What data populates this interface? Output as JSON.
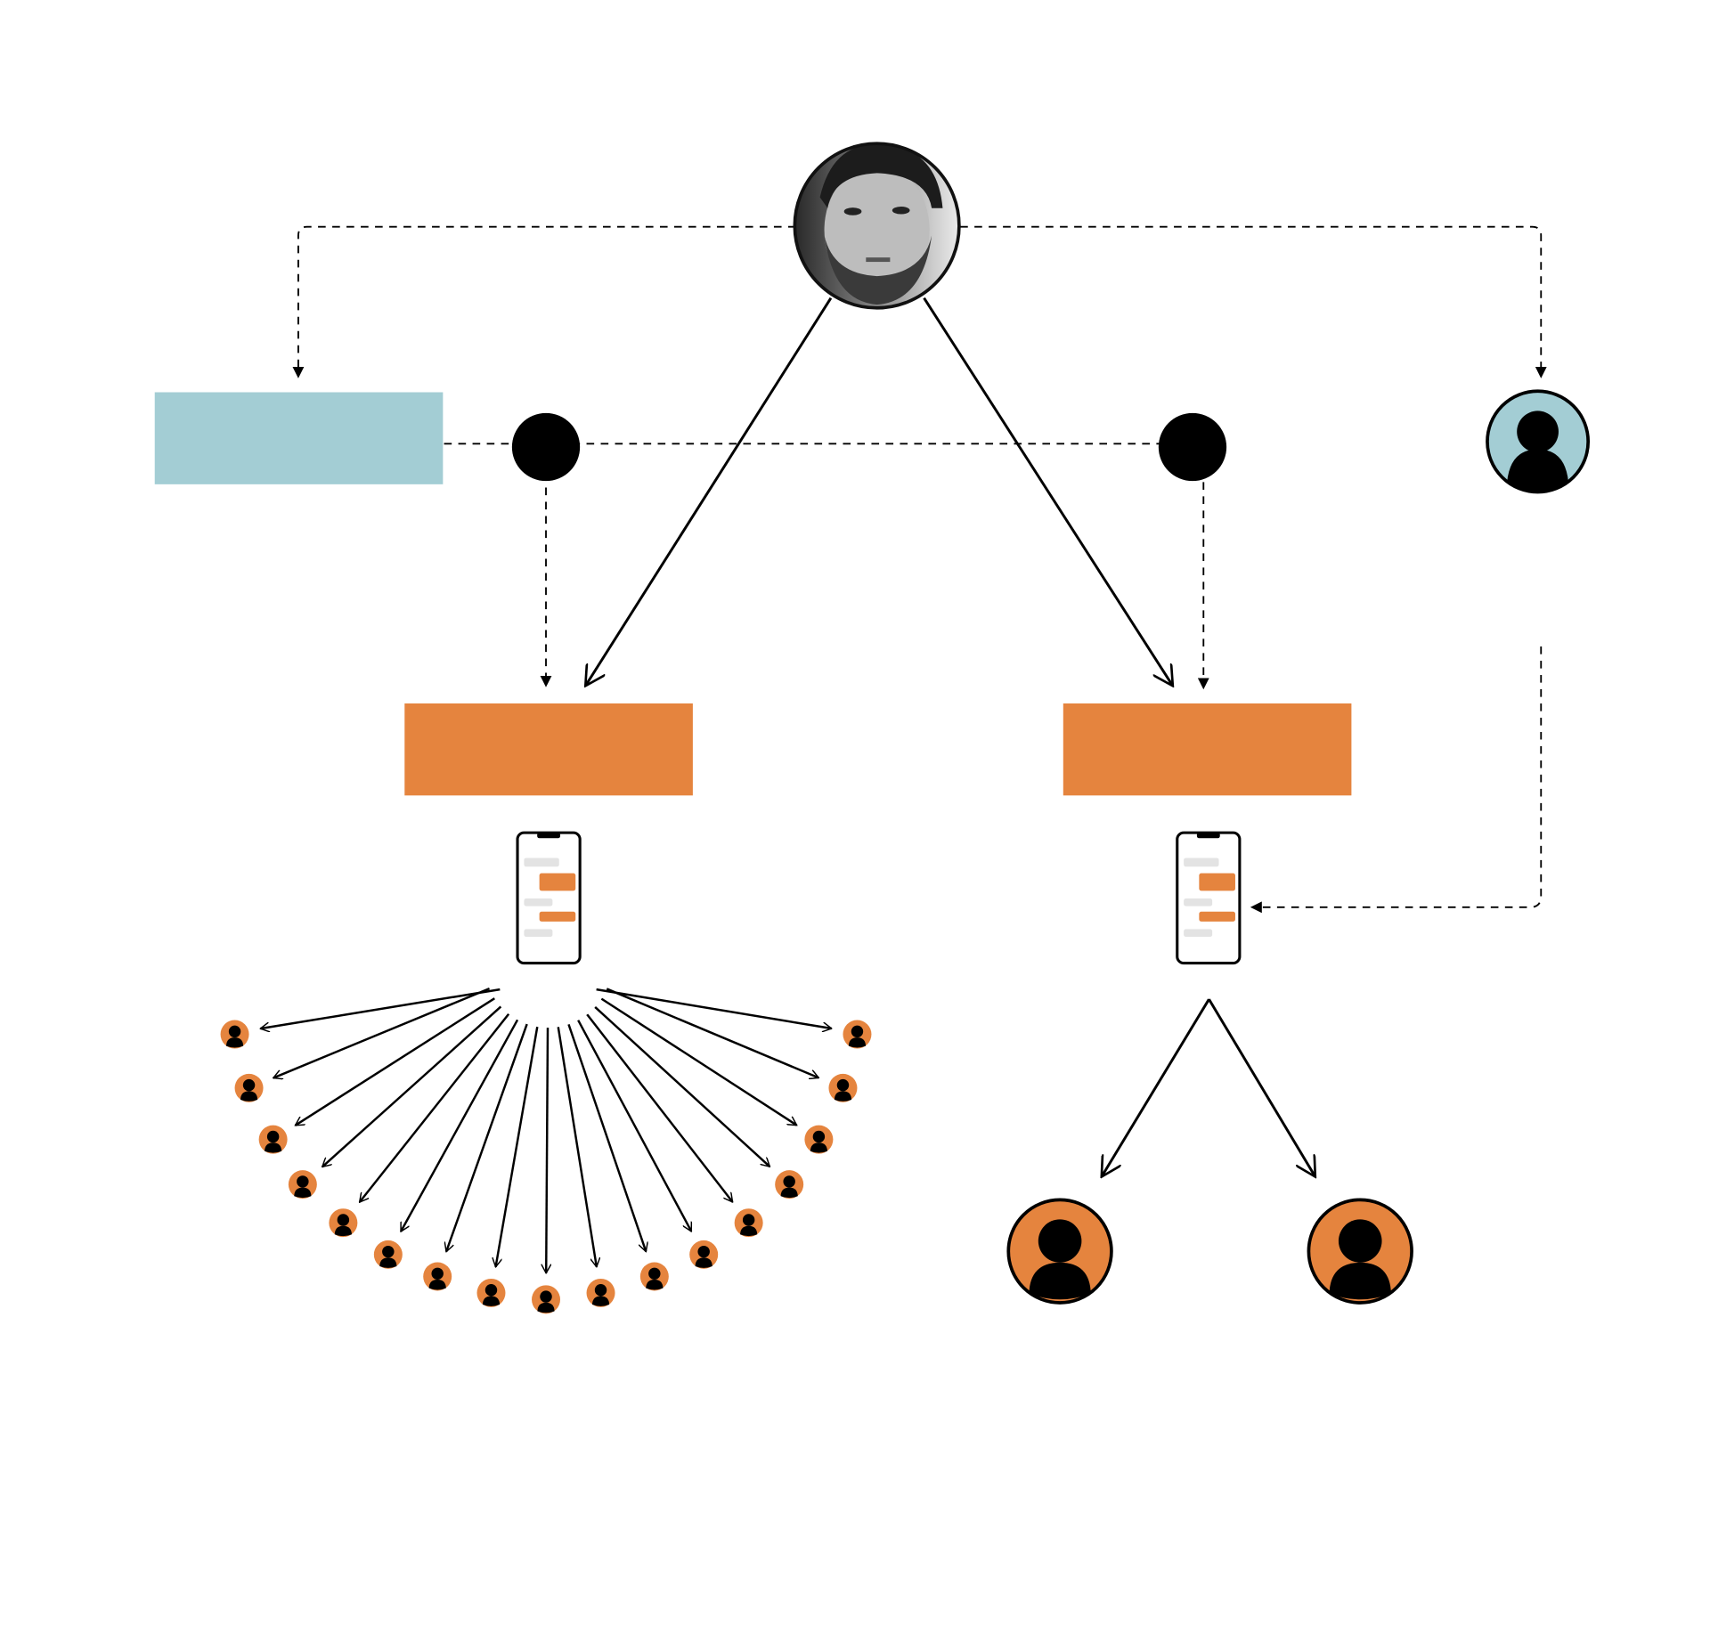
{
  "colors": {
    "orange": "#E5843E",
    "teal": "#A3CDD4",
    "black": "#000000",
    "bubble_gray": "#E3E3E3"
  },
  "nodes": {
    "source_person": {
      "icon": "person-photo"
    },
    "teal_box": {
      "icon": "rectangle"
    },
    "relay_dots": {
      "count": 2
    },
    "teal_avatar": {
      "icon": "user-icon"
    },
    "orange_boxes": {
      "count": 2
    },
    "phones": {
      "count": 2
    },
    "fan_recipients": {
      "count": 17
    },
    "large_recipients": {
      "count": 2
    }
  }
}
